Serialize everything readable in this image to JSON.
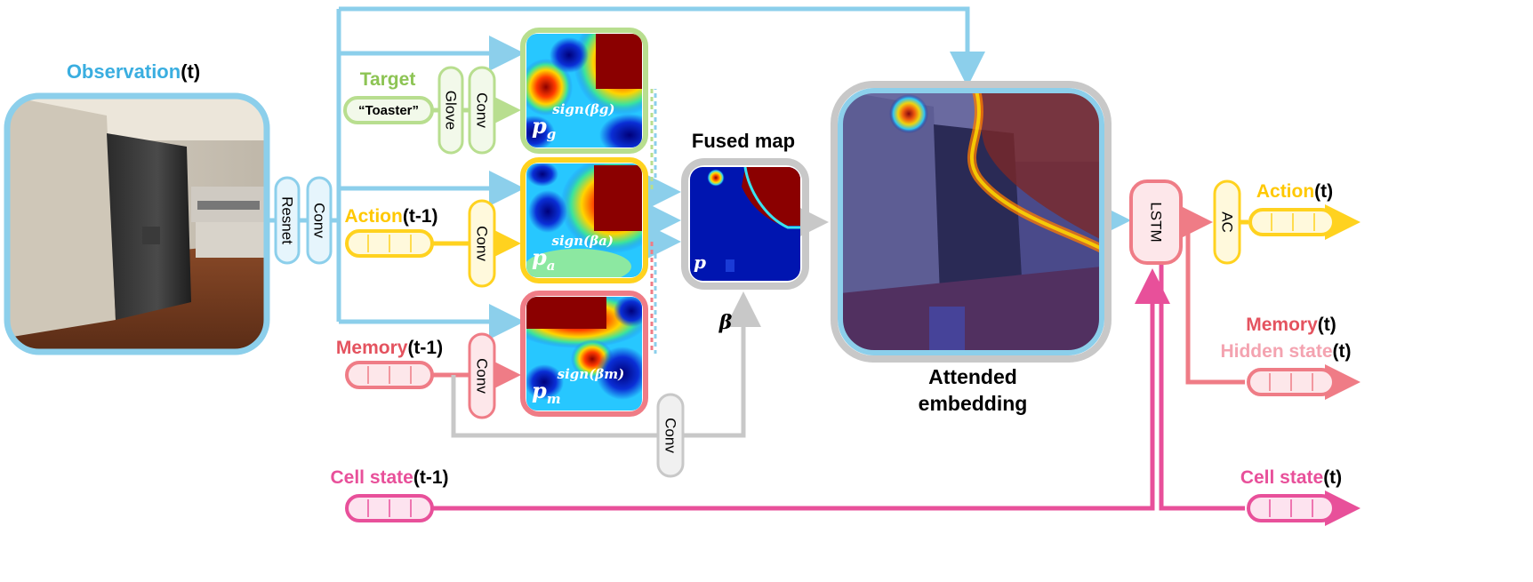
{
  "observation": {
    "title_main": "Observation",
    "title_suffix": "(t)"
  },
  "target": {
    "title": "Target",
    "word": "“Toaster”"
  },
  "action_prev": {
    "title_main": "Action",
    "title_suffix": "(t-1)"
  },
  "memory_prev": {
    "title_main": "Memory",
    "title_suffix": "(t-1)"
  },
  "cell_prev": {
    "title_main": "Cell state",
    "title_suffix": "(t-1)"
  },
  "blocks": {
    "resnet": "Resnet",
    "conv": "Conv",
    "glove": "Glove",
    "lstm": "LSTM",
    "ac": "AC"
  },
  "maps": {
    "target_base": "p",
    "target_sub": "g",
    "target_sup": "sign(βg)",
    "action_base": "p",
    "action_sub": "a",
    "action_sup": "sign(βa)",
    "memory_base": "p",
    "memory_sub": "m",
    "memory_sup": "sign(βm)"
  },
  "fused": {
    "title": "Fused map",
    "symbol": "p"
  },
  "beta": "β",
  "attended": {
    "line1": "Attended",
    "line2": "embedding"
  },
  "outputs": {
    "action_main": "Action",
    "action_suffix": "(t)",
    "memory_main": "Memory",
    "memory_suffix": "(t)",
    "hidden_main": "Hidden state",
    "hidden_suffix": "(t)",
    "cell_main": "Cell state",
    "cell_suffix": "(t)"
  },
  "colors": {
    "blue": "#8ccfeb",
    "blue_text": "#3aaee0",
    "green": "#b8de8f",
    "green_text": "#8dc454",
    "yellow": "#ffd21f",
    "red": "#ef7c86",
    "red_text": "#e4535f",
    "pink": "#e8509a",
    "grey": "#c8c8c8",
    "pink_light": "#f9c6cf"
  }
}
